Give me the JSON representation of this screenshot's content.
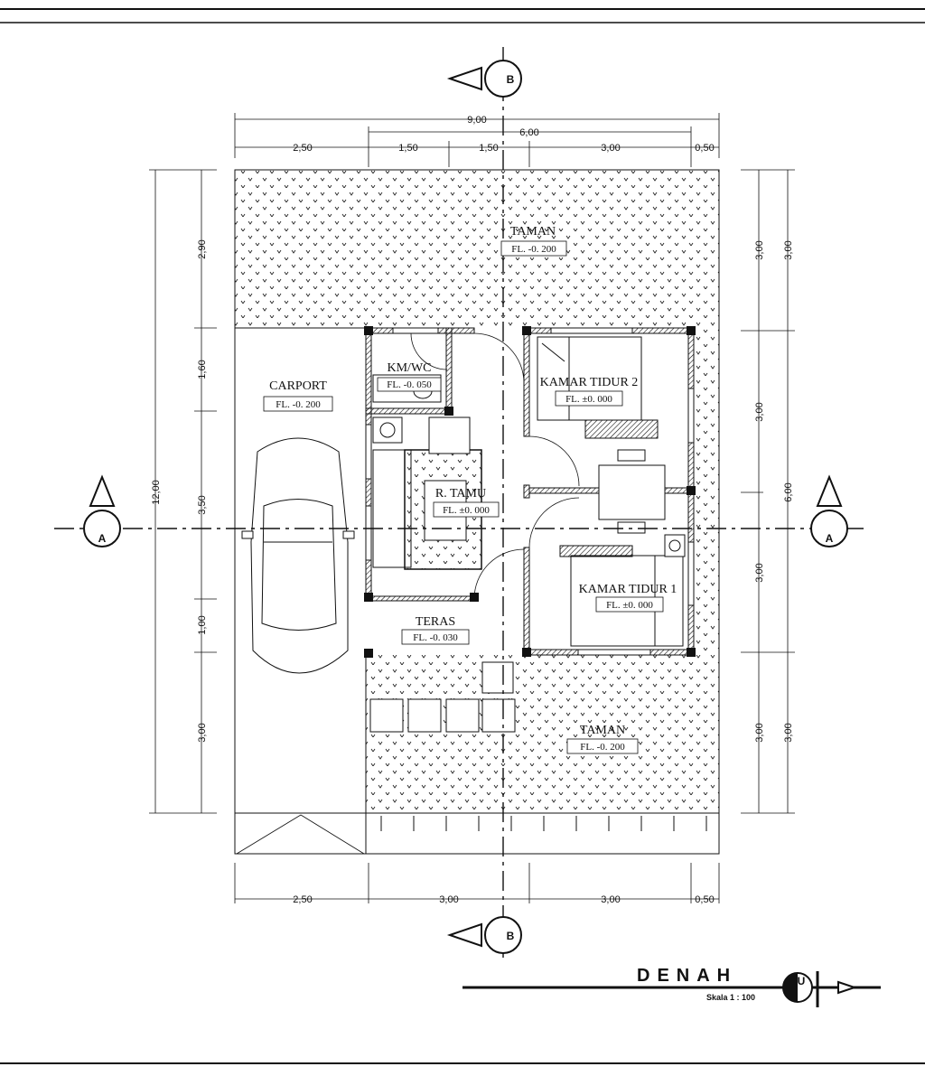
{
  "title": "DENAH",
  "scale": "Skala 1 : 100",
  "north_letter": "U",
  "section_a": "A",
  "section_b": "B",
  "rooms": {
    "taman_top": {
      "name": "TAMAN",
      "level": "FL. -0. 200"
    },
    "carport": {
      "name": "CARPORT",
      "level": "FL. -0. 200"
    },
    "kmwc": {
      "name": "KM/WC",
      "level": "FL. -0. 050"
    },
    "kamar2": {
      "name": "KAMAR TIDUR 2",
      "level": "FL. ±0. 000"
    },
    "rtamu": {
      "name": "R. TAMU",
      "level": "FL. ±0. 000"
    },
    "kamar1": {
      "name": "KAMAR TIDUR 1",
      "level": "FL. ±0. 000"
    },
    "teras": {
      "name": "TERAS",
      "level": "FL. -0. 030"
    },
    "taman_bottom": {
      "name": "TAMAN",
      "level": "FL. -0. 200"
    }
  },
  "dimensions": {
    "top_total": "9,00",
    "top_sub": "6,00",
    "top_segments": [
      "2,50",
      "1,50",
      "1,50",
      "3,00",
      "0,50"
    ],
    "bottom_segments": [
      "2,50",
      "3,00",
      "3,00",
      "0,50"
    ],
    "left_total": "12,00",
    "left_segments": [
      "2,90",
      "1,60",
      "3,50",
      "1,00",
      "3,00"
    ],
    "right_inner": [
      "3,00",
      "3,00",
      "3,00",
      "3,00"
    ],
    "right_outer": [
      "3,00",
      "6,00",
      "3,00"
    ]
  }
}
